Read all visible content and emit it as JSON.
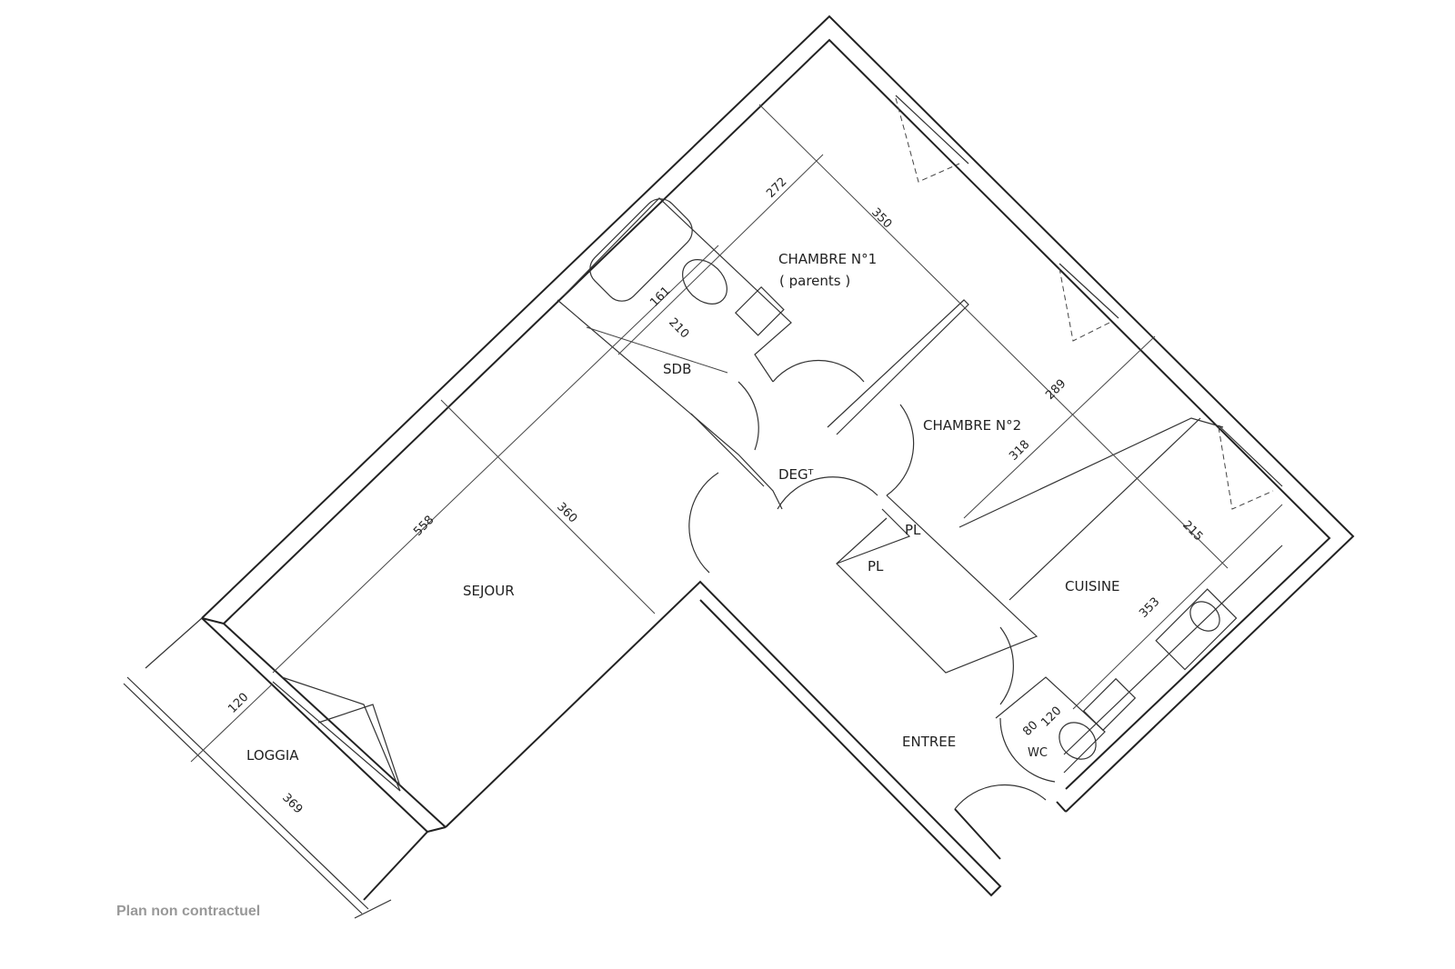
{
  "rooms": {
    "chambre1": "CHAMBRE N°1",
    "chambre1_sub": "( parents )",
    "chambre2": "CHAMBRE N°2",
    "sdb": "SDB",
    "degt": "DEGᵀ",
    "sejour": "SEJOUR",
    "pl1": "PL",
    "pl2": "PL",
    "cuisine": "CUISINE",
    "entree": "ENTREE",
    "loggia": "LOGGIA",
    "wc": "WC"
  },
  "dimensions": {
    "d272": "272",
    "d350": "350",
    "d161": "161",
    "d210": "210",
    "d558": "558",
    "d360": "360",
    "d289": "289",
    "d318": "318",
    "d215": "215",
    "d353": "353",
    "d120_loggia": "120",
    "d369": "369",
    "d80": "80",
    "d120_wc": "120"
  },
  "footer": {
    "disclaimer": "Plan non contractuel"
  }
}
